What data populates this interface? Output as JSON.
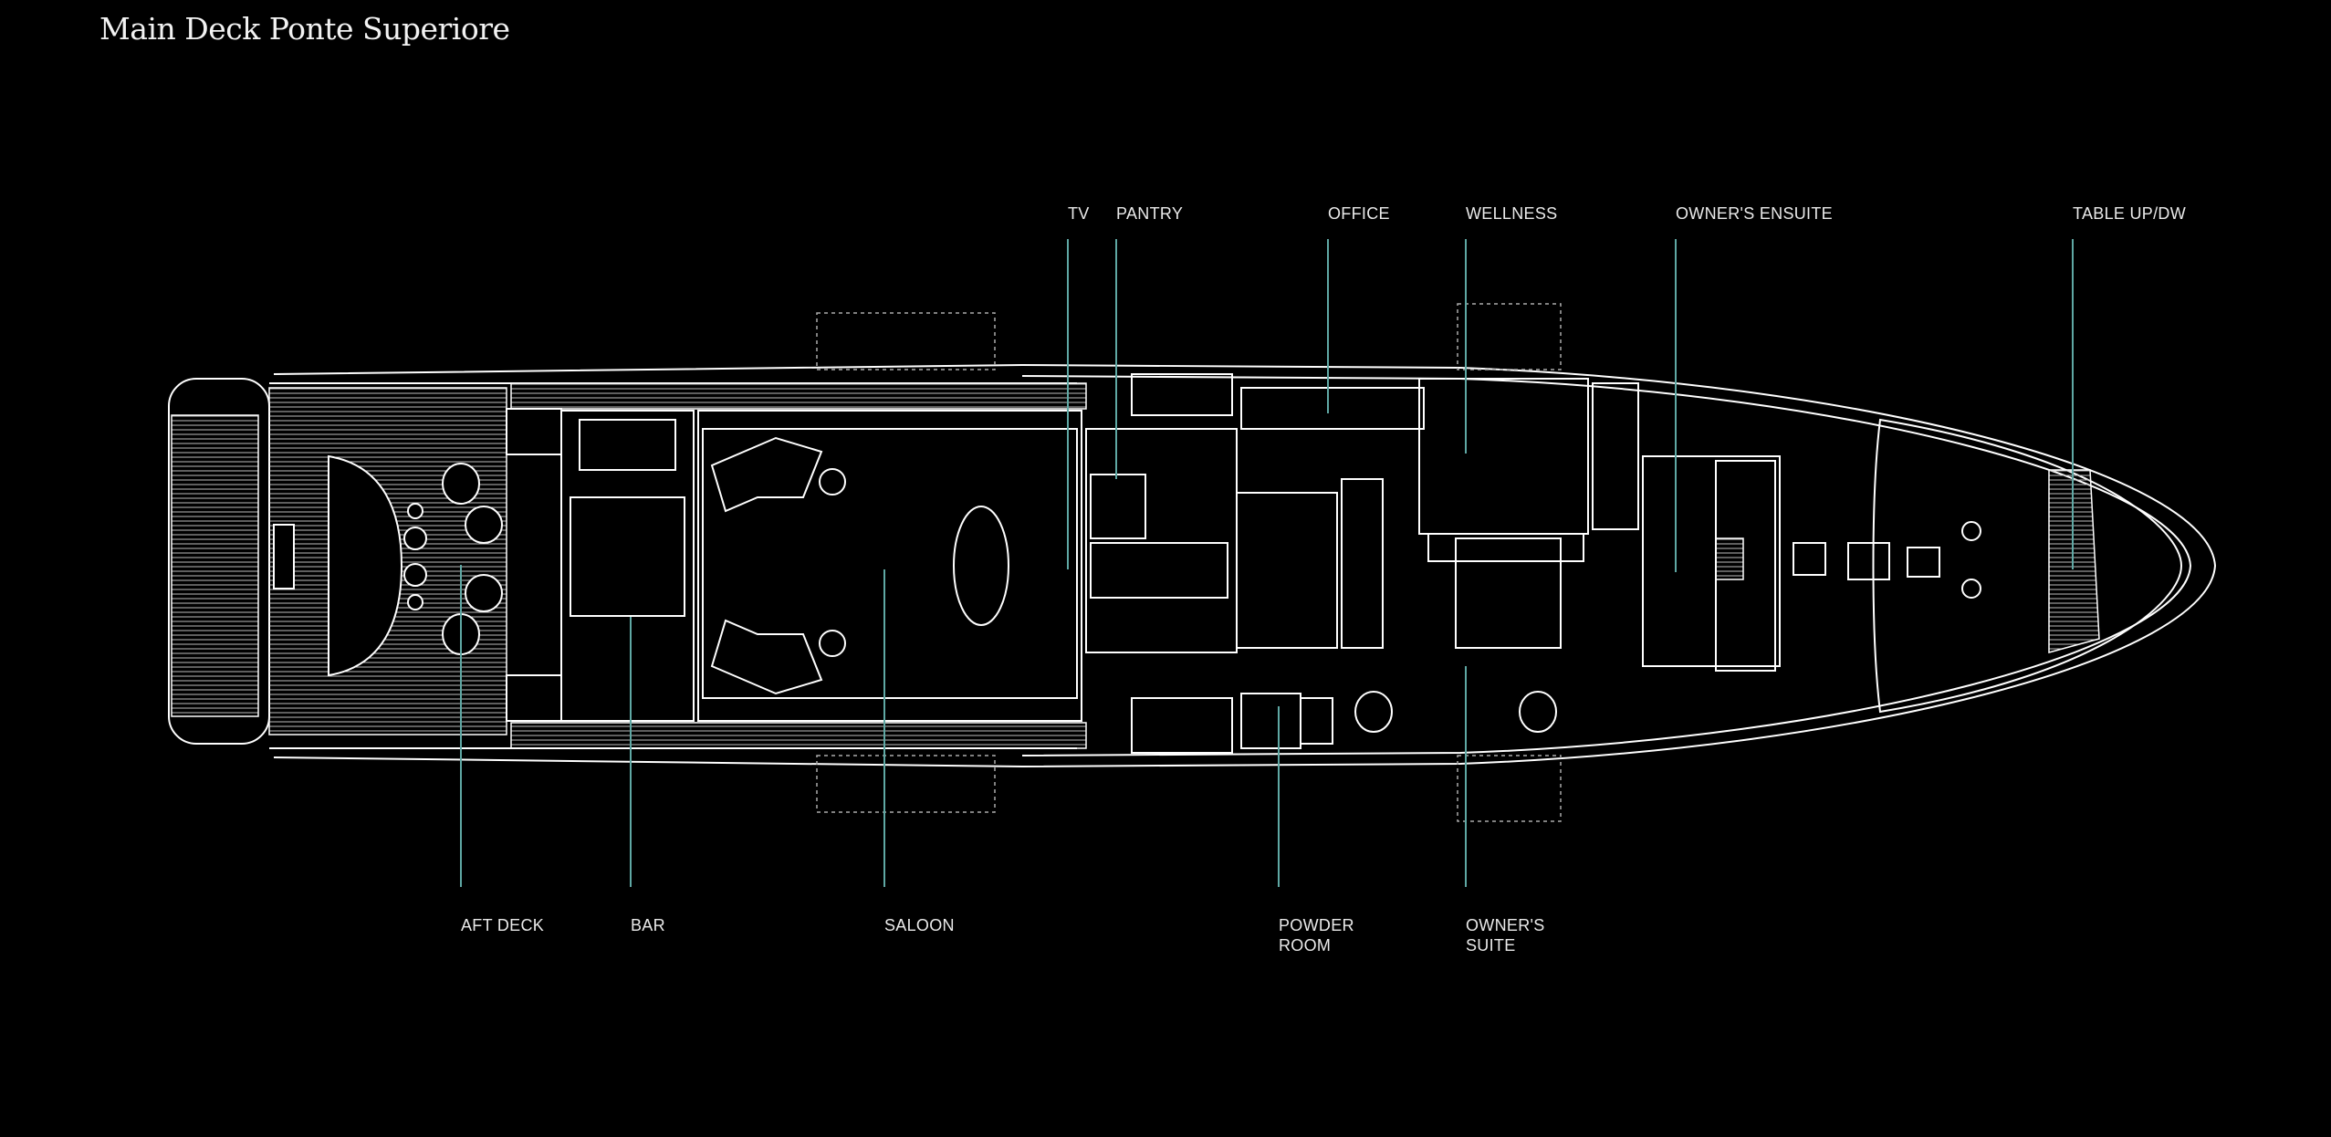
{
  "title": "Main Deck Ponte Superiore",
  "colors": {
    "background": "#000000",
    "lines": "#ffffff",
    "leader": "#5fa8a4"
  },
  "labels_top": [
    {
      "text": "TV"
    },
    {
      "text": "PANTRY"
    },
    {
      "text": "OFFICE"
    },
    {
      "text": "WELLNESS"
    },
    {
      "text": "OWNER'S ENSUITE"
    },
    {
      "text": "TABLE UP/DW"
    }
  ],
  "labels_bottom": [
    {
      "text": "AFT DECK"
    },
    {
      "text": "BAR"
    },
    {
      "text": "SALOON"
    },
    {
      "line1": "POWDER",
      "line2": "ROOM"
    },
    {
      "line1": "OWNER'S",
      "line2": "SUITE"
    }
  ]
}
